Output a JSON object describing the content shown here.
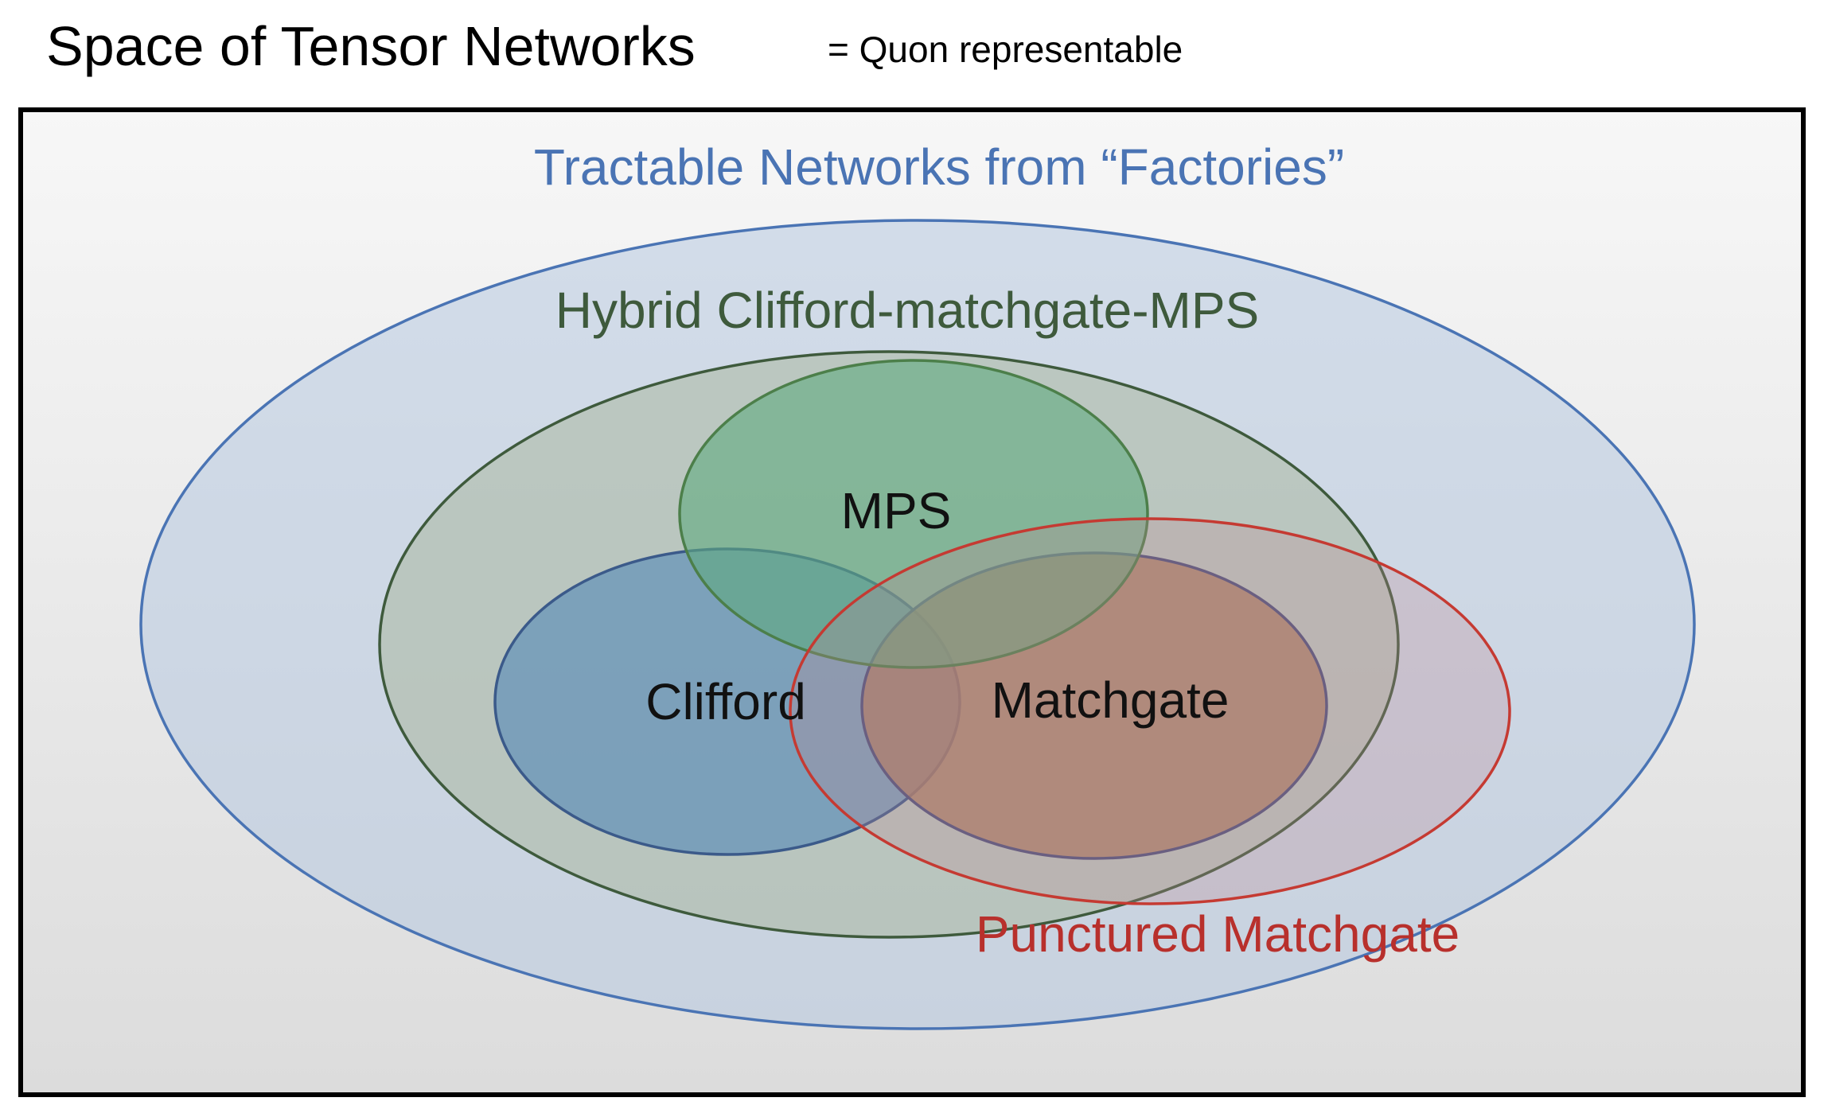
{
  "title": "Space of Tensor Networks",
  "subtitle": "= Quon representable",
  "sets": {
    "tractable": {
      "label": "Tractable Networks from “Factories”",
      "color": "#4a74b4"
    },
    "hybrid": {
      "label": "Hybrid Clifford-matchgate-MPS",
      "color": "#3e5a3c"
    },
    "mps": {
      "label": "MPS",
      "color": "#4c7f4a"
    },
    "clifford": {
      "label": "Clifford",
      "color": "#3b5a8a"
    },
    "matchgate": {
      "label": "Matchgate",
      "color": "#4a4f7a"
    },
    "punctured": {
      "label": "Punctured Matchgate",
      "color": "#b8302c"
    }
  }
}
